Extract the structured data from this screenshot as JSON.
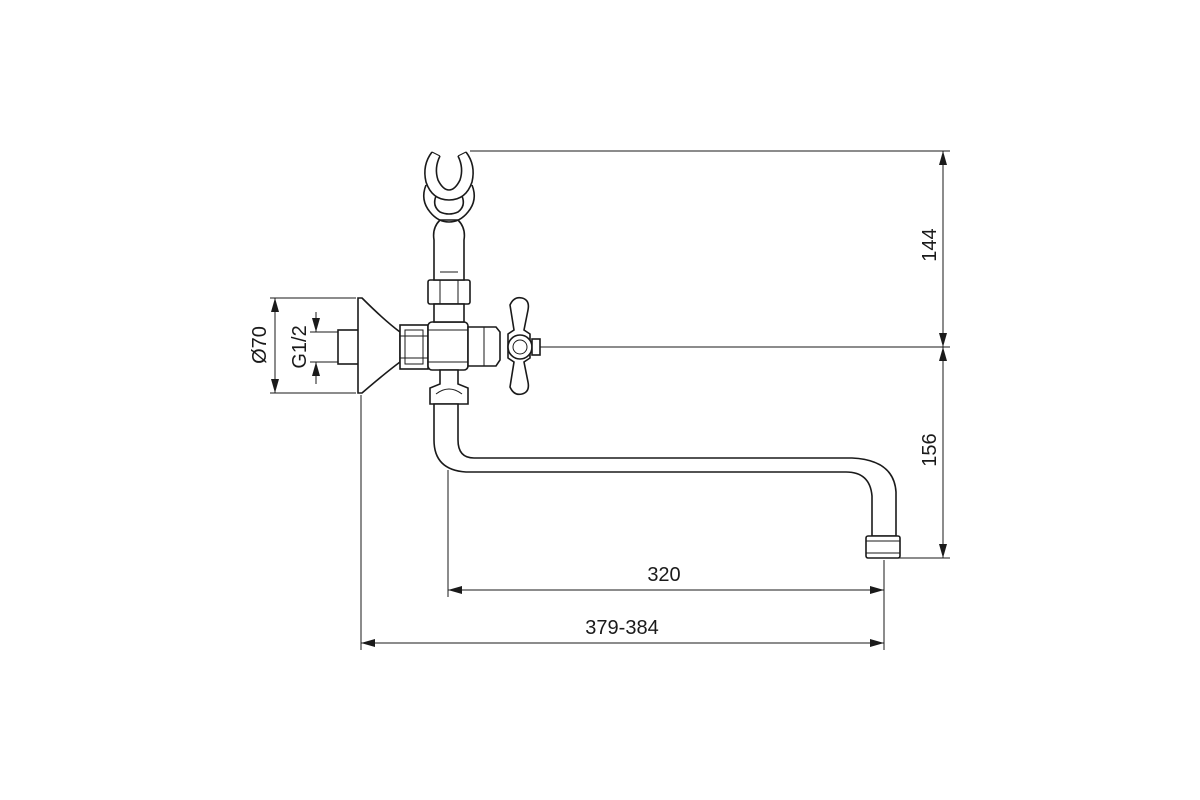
{
  "dimensions": {
    "height_top": "144",
    "height_bottom": "156",
    "spout_length": "320",
    "total_length": "379-384",
    "flange_diameter": "Ø70",
    "thread": "G1/2"
  }
}
